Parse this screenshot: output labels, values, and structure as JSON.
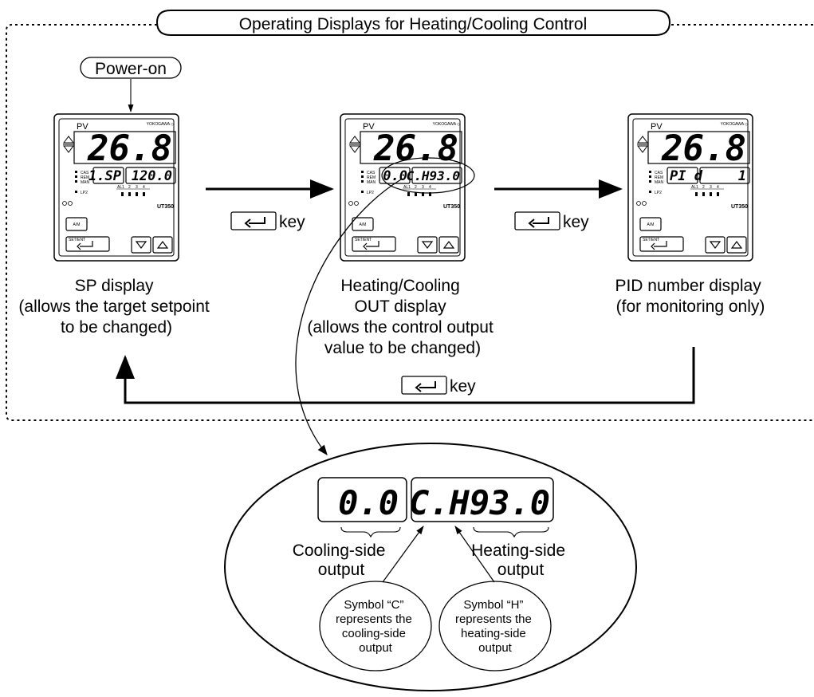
{
  "title": "Operating Displays for Heating/Cooling Control",
  "power_on": "Power-on",
  "key_label": "key",
  "key_icon_text": "SET/ENT",
  "controller": {
    "brand": "YOKOGAWA ◇",
    "model": "UT350",
    "pv_tag": "PV",
    "pv_value": "26.8",
    "lamp_cas": "CAS",
    "lamp_rem": "REM",
    "lamp_man": "MAN",
    "lamp_lp2": "LP2",
    "alarms": [
      "AL1",
      "2",
      "3",
      "4"
    ],
    "am_button": "A/M",
    "setent_button": "SET/ENT"
  },
  "displays": [
    {
      "id": "sp",
      "left_seg": "1.SP",
      "right_seg": "120.0",
      "caption": [
        "SP display",
        "(allows the target setpoint",
        "to be changed)"
      ]
    },
    {
      "id": "out",
      "left_seg": "0.0",
      "right_seg": "C.H93.0",
      "caption": [
        "Heating/Cooling",
        "OUT display",
        "(allows the control output",
        "value to be changed)"
      ]
    },
    {
      "id": "pid",
      "left_seg": "PI d",
      "right_seg": "1",
      "caption": [
        "PID number display",
        "(for monitoring only)"
      ]
    }
  ],
  "zoom": {
    "left_seg": "0.0",
    "right_seg": "C.H93.0",
    "cooling_label": [
      "Cooling-side",
      "output"
    ],
    "heating_label": [
      "Heating-side",
      "output"
    ],
    "symbol_c": [
      "Symbol “C”",
      "represents the",
      "cooling-side",
      "output"
    ],
    "symbol_h": [
      "Symbol “H”",
      "represents the",
      "heating-side",
      "output"
    ]
  }
}
